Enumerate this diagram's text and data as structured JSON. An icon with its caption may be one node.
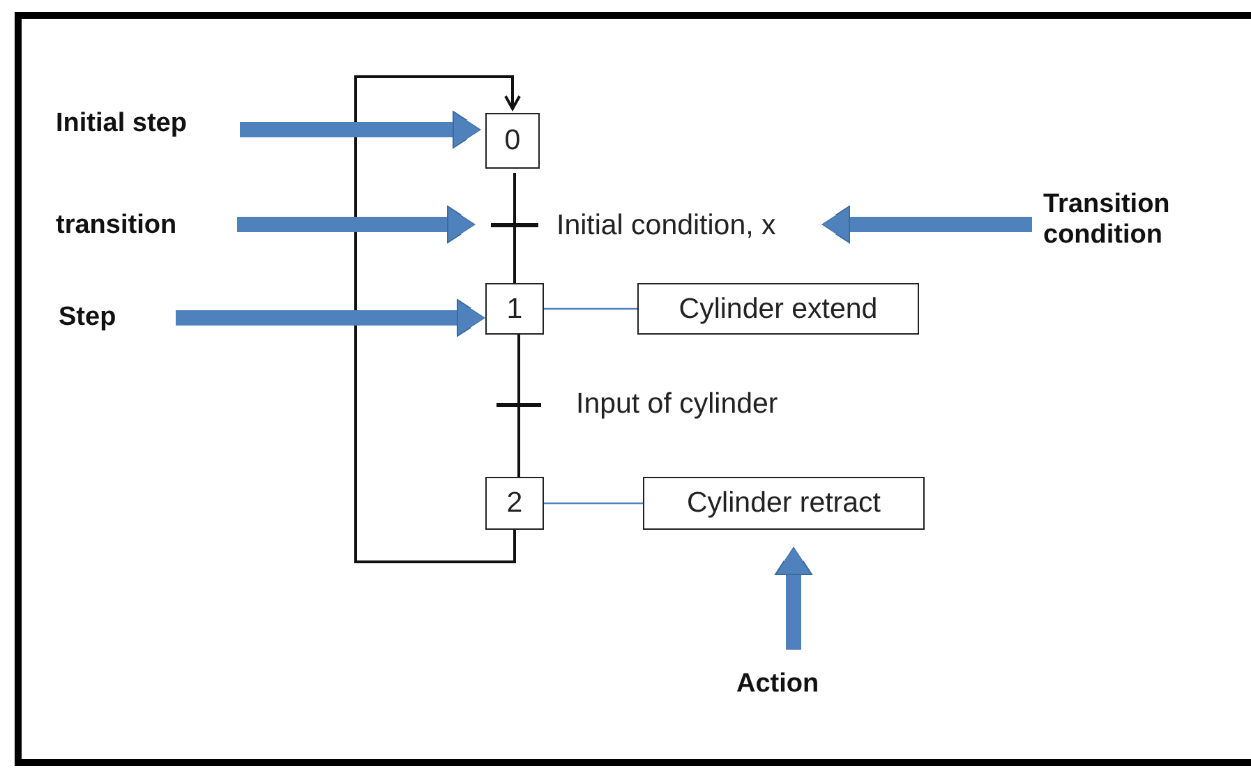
{
  "diagram": {
    "nodes": [
      {
        "text": [
          "Initial step"
        ]
      },
      {
        "text": [
          "0"
        ]
      },
      {
        "text": [
          "transition"
        ]
      },
      {
        "text": [],
        "shape": "bar"
      },
      {
        "text": [
          "Initial condition, x"
        ]
      },
      {
        "text": [
          "Transition condition"
        ]
      },
      {
        "text": [
          "Step"
        ]
      },
      {
        "text": [
          "1"
        ]
      },
      {
        "text": [
          "Cylinder extend"
        ]
      },
      {
        "text": [],
        "shape": "bar"
      },
      {
        "text": [
          "2"
        ]
      },
      {
        "text": [
          "Cylinder retract"
        ]
      },
      {
        "text": [
          "Action"
        ]
      }
    ],
    "edges": [
      {
        "from": 1,
        "to": 3,
        "arrow": "none",
        "color": "#111111"
      },
      {
        "from": 3,
        "to": 7,
        "arrow": "none",
        "color": "#111111"
      },
      {
        "from": 7,
        "to": 9,
        "arrow": "none",
        "color": "#111111"
      },
      {
        "from": 9,
        "to": 10,
        "arrow": "none",
        "color": "#111111"
      },
      {
        "from": 10,
        "to": 1,
        "arrow": "to",
        "color": "#111111"
      },
      {
        "from": 7,
        "to": 8,
        "arrow": "none",
        "color": "#4f81bd"
      },
      {
        "from": 10,
        "to": 11,
        "arrow": "none",
        "color": "#4f81bd"
      },
      {
        "from": 0,
        "to": 1,
        "arrow": "to",
        "style": "thick",
        "color": "#4f81bd"
      },
      {
        "from": 2,
        "to": 3,
        "arrow": "to",
        "style": "thick",
        "color": "#4f81bd"
      },
      {
        "from": 6,
        "to": 7,
        "arrow": "to",
        "style": "thick",
        "color": "#4f81bd"
      },
      {
        "from": 5,
        "to": 4,
        "arrow": "to",
        "style": "thick",
        "color": "#4f81bd"
      },
      {
        "from": 12,
        "to": 11,
        "arrow": "to",
        "style": "thick",
        "color": "#4f81bd"
      }
    ],
    "labels": [
      "Input of cylinder"
    ]
  }
}
